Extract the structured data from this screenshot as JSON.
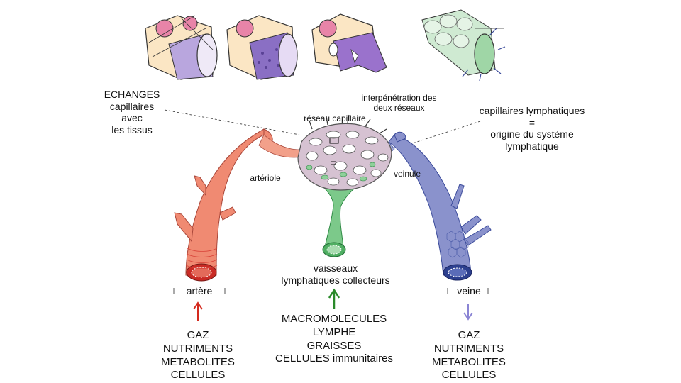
{
  "labels": {
    "echanges": "ECHANGES\ncapillaires\navec\nles tissus",
    "interpenetration": "interpénétration des\ndeux réseaux",
    "reseau_capillaire": "réseau capillaire",
    "capillaires_lymphatiques": "capillaires lymphatiques\n=\norigine du système\nlymphatique",
    "arteriole": "artériole",
    "veinule": "veinule",
    "vaisseaux_lymphatiques": "vaisseaux\nlymphatiques collecteurs",
    "artere": "artère",
    "veine": "veine",
    "macromolecules": "MACROMOLECULES\nLYMPHE\nGRAISSES\nCELLULES immunitaires",
    "left_list": "GAZ\nNUTRIMENTS\nMETABOLITES\nCELLULES",
    "right_list": "GAZ\nNUTRIMENTS\nMETABOLITES\nCELLULES"
  },
  "colors": {
    "artery": "#f08a72",
    "artery_dark": "#d9453a",
    "vein": "#8a92cc",
    "vein_dark": "#3a4a9a",
    "lymph": "#7cc98a",
    "lymph_dark": "#2e8a44",
    "capillary": "#c9b4c6",
    "arrow_red": "#d42a1e",
    "arrow_green": "#2a8a2a",
    "arrow_violet": "#8a84d4"
  }
}
